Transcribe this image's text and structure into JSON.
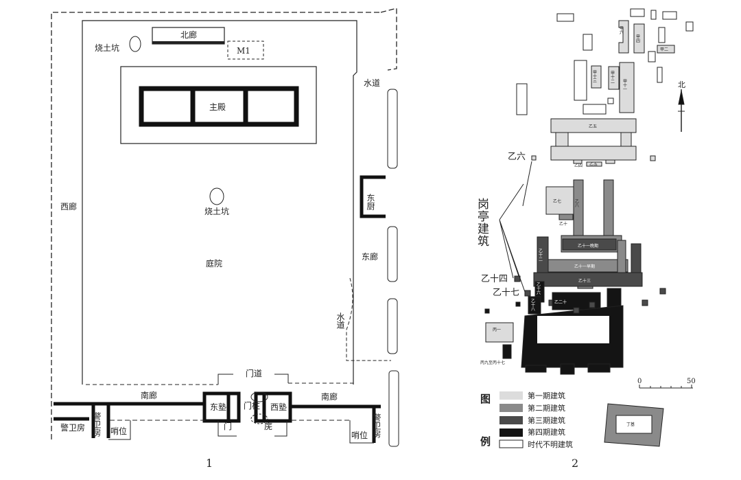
{
  "figure1": {
    "caption": "1",
    "labels": {
      "north_corridor": "北廊",
      "m1": "M1",
      "pit_north": "烧土坑",
      "water_channel_north": "水道",
      "main_hall": "主殿",
      "east_kitchen": "东厨",
      "west_corridor": "西廊",
      "pit_center": "烧土坑",
      "east_corridor": "东廊",
      "courtyard": "庭院",
      "water_channel_south": "水道",
      "gate_passage": "门道",
      "south_corridor_west": "南廊",
      "south_corridor_east": "南廊",
      "east_shu": "东塾",
      "gate_pillar": "门柱",
      "west_shu": "西塾",
      "guard_room_west_a": "警卫房",
      "guard_room_west_b": "警卫房",
      "sentry_west": "哨位",
      "gate_char_a": "门",
      "gate_char_b": "庑",
      "sentry_east": "哨位",
      "guard_room_east": "警卫房"
    }
  },
  "figure2": {
    "caption": "2",
    "north": "北",
    "pavilion_label": "岗亭建筑",
    "callouts": {
      "yi6": "乙六",
      "yi14": "乙十四",
      "yi17": "乙十七"
    },
    "buildings": {
      "jia6": "甲六",
      "jia4": "甲四",
      "jia2": "甲二",
      "jia13": "甲十三",
      "jia12": "甲十二",
      "jia11": "甲十一",
      "yi5": "乙五",
      "yi4": "乙四",
      "yi5b": "乙五",
      "yi7": "乙七",
      "yi8": "乙八",
      "yi10": "乙十",
      "yi11_late": "乙十一晚期",
      "yi11_early": "乙十一早期",
      "yi12": "乙十二",
      "yi13": "乙十三",
      "yi16": "乙十六",
      "yi18": "乙十八",
      "yi20": "乙二十",
      "bing1": "丙一",
      "bing9_17": "丙九至丙十七",
      "ding": "丁基"
    },
    "scale": {
      "start": "0",
      "end": "50"
    },
    "legend": {
      "title_a": "图",
      "title_b": "例",
      "items": [
        {
          "label": "第一期建筑",
          "color": "#dcdcdc"
        },
        {
          "label": "第二期建筑",
          "color": "#8a8a8a"
        },
        {
          "label": "第三期建筑",
          "color": "#4a4a4a"
        },
        {
          "label": "第四期建筑",
          "color": "#141414"
        },
        {
          "label": "时代不明建筑",
          "color": "#ffffff"
        }
      ]
    }
  }
}
